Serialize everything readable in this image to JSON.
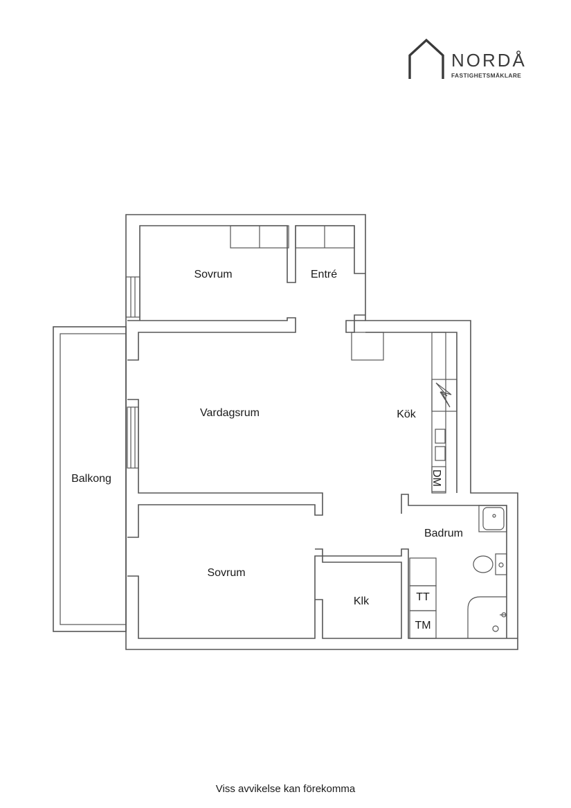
{
  "logo": {
    "brand": "NORDÅ",
    "tagline": "FASTIGHETSMÄKLARE",
    "icon": "house-outline-icon"
  },
  "rooms": {
    "sovrum_top": "Sovrum",
    "entre": "Entré",
    "vardagsrum": "Vardagsrum",
    "kok": "Kök",
    "balkong": "Balkong",
    "badrum": "Badrum",
    "sovrum_bottom": "Sovrum",
    "klk": "Klk"
  },
  "fixtures": {
    "dishwasher": "DM",
    "dryer": "TT",
    "washer": "TM",
    "stove_icon": "lightning-stove-icon",
    "sink_icon": "sink-icon",
    "toilet_icon": "toilet-icon",
    "shower_icon": "shower-icon"
  },
  "footer": "Viss avvikelse kan förekomma"
}
